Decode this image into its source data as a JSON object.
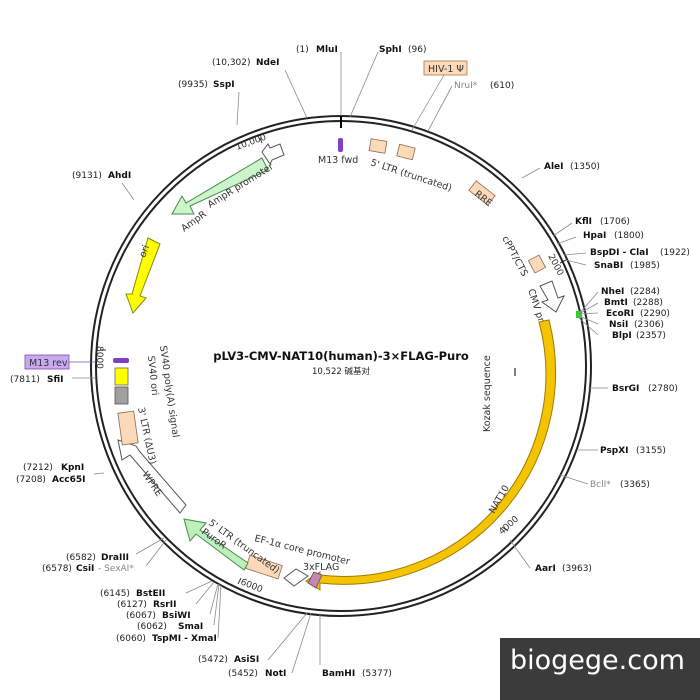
{
  "title": "pLV3-CMV-NAT10(human)-3×FLAG-Puro",
  "subtitle": "10,522 碱基对",
  "watermark": "biogege.com",
  "ticks": [
    "10,000",
    "2000",
    "4000",
    "6000",
    "8000"
  ],
  "sites": {
    "mlui": {
      "name": "MluI",
      "pos": "(1)"
    },
    "sphi": {
      "name": "SphI",
      "pos": "(96)"
    },
    "nrui": {
      "name": "NruI*",
      "pos": "(610)"
    },
    "alei": {
      "name": "AleI",
      "pos": "(1350)"
    },
    "kfli": {
      "name": "KflI",
      "pos": "(1706)"
    },
    "hpai": {
      "name": "HpaI",
      "pos": "(1800)"
    },
    "bspdi": {
      "name": "BspDI - ClaI",
      "pos": "(1922)"
    },
    "snabi": {
      "name": "SnaBI",
      "pos": "(1985)"
    },
    "nhei": {
      "name": "NheI",
      "pos": "(2284)"
    },
    "bmti": {
      "name": "BmtI",
      "pos": "(2288)"
    },
    "ecori": {
      "name": "EcoRI",
      "pos": "(2290)"
    },
    "nsii": {
      "name": "NsiI",
      "pos": "(2306)"
    },
    "blpi": {
      "name": "BlpI",
      "pos": "(2357)"
    },
    "bsrgi": {
      "name": "BsrGI",
      "pos": "(2780)"
    },
    "pspxi": {
      "name": "PspXI",
      "pos": "(3155)"
    },
    "bcli": {
      "name": "BclI*",
      "pos": "(3365)"
    },
    "aari": {
      "name": "AarI",
      "pos": "(3963)"
    },
    "bamhi": {
      "name": "BamHI",
      "pos": "(5377)"
    },
    "noti": {
      "name": "NotI",
      "pos": "(5452)"
    },
    "asisi": {
      "name": "AsiSI",
      "pos": "(5472)"
    },
    "tspmi": {
      "name": "TspMI - XmaI",
      "pos": "(6060)"
    },
    "smai": {
      "name": "SmaI",
      "pos": "(6062)"
    },
    "bsiwi": {
      "name": "BsiWI",
      "pos": "(6067)"
    },
    "rsrii": {
      "name": "RsrII",
      "pos": "(6127)"
    },
    "bsteii": {
      "name": "BstEII",
      "pos": "(6145)"
    },
    "csii": {
      "name": "CsiI",
      "pos": "(6578)",
      "extra": "- SexAI*"
    },
    "draiii": {
      "name": "DraIII",
      "pos": "(6582)"
    },
    "acc65i": {
      "name": "Acc65I",
      "pos": "(7208)"
    },
    "kpni": {
      "name": "KpnI",
      "pos": "(7212)"
    },
    "sfii": {
      "name": "SfiI",
      "pos": "(7811)"
    },
    "ahdi": {
      "name": "AhdI",
      "pos": "(9131)"
    },
    "sspi": {
      "name": "SspI",
      "pos": "(9935)"
    },
    "ndei": {
      "name": "NdeI",
      "pos": "(10,302)"
    }
  },
  "features": {
    "hiv1": "HIV-1 Ψ",
    "m13fwd": "M13 fwd",
    "m13rev": "M13 rev",
    "ltr5": "5' LTR (truncated)",
    "rre": "RRE",
    "cppt": "cPPT/CTS",
    "cmv": "CMV promoter",
    "kozak": "Kozak sequence",
    "nat10": "NAT10",
    "flag": "3xFLAG",
    "ef1a": "EF-1α core promoter",
    "ltr5b": "5' LTR (truncated)",
    "puror": "PuroR",
    "wpre": "WPRE",
    "ltr3": "3' LTR (ΔU3)",
    "sv40ori": "SV40 ori",
    "sv40pa": "SV40 poly(A) signal",
    "ori": "ori",
    "ampr": "AmpR",
    "amprp": "AmpR promoter"
  },
  "colors": {
    "backbone": "#222222",
    "nat10": "#f5c400",
    "ori": "#ffff00",
    "ampr": "#ccf5cc",
    "ltr": "#fcd9b8",
    "puror": "#bdf0bd",
    "m13": "#c9a8f0",
    "green_site": "#33cc33"
  }
}
